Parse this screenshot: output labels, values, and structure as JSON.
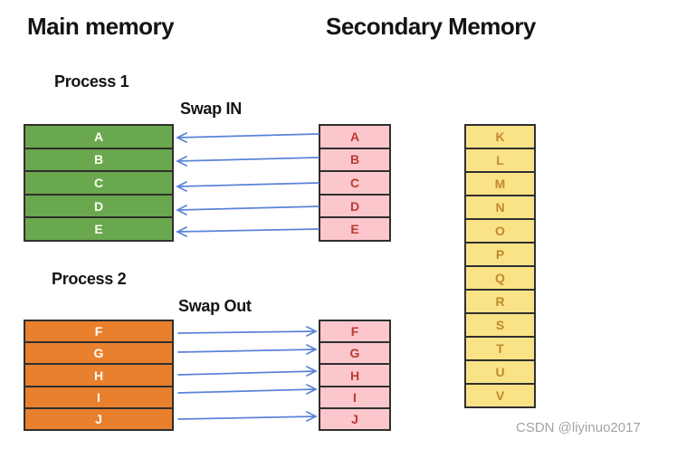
{
  "titles": {
    "main": "Main memory",
    "secondary": "Secondary Memory"
  },
  "labels": {
    "process1": "Process 1",
    "swap_in": "Swap IN",
    "process2": "Process 2",
    "swap_out": "Swap Out"
  },
  "tables": {
    "main_process1": {
      "cells": [
        "A",
        "B",
        "C",
        "D",
        "E"
      ]
    },
    "secondary_swap_in": {
      "cells": [
        "A",
        "B",
        "C",
        "D",
        "E"
      ]
    },
    "main_process2": {
      "cells": [
        "F",
        "G",
        "H",
        "I",
        "J"
      ]
    },
    "secondary_swap_out": {
      "cells": [
        "F",
        "G",
        "H",
        "I",
        "J"
      ]
    },
    "secondary_store": {
      "cells": [
        "K",
        "L",
        "M",
        "N",
        "O",
        "P",
        "Q",
        "R",
        "S",
        "T",
        "U",
        "V"
      ]
    }
  },
  "colors": {
    "process1_fill": "#6aa84f",
    "process2_fill": "#e8802e",
    "secondary_swap_fill": "#fbc7cc",
    "secondary_swap_text": "#bd3a34",
    "secondary_store_fill": "#fae287",
    "secondary_store_text": "#bf8a2e",
    "arrow": "#5b83d9",
    "border": "#2f2f2f"
  },
  "watermark": "CSDN @liyinuo2017"
}
